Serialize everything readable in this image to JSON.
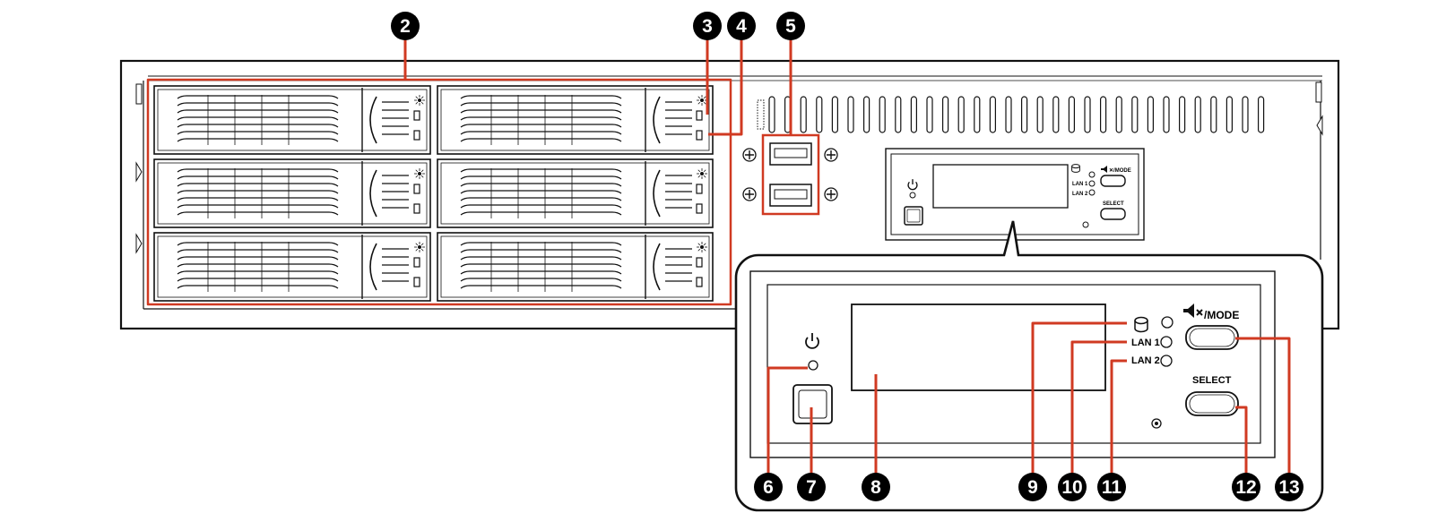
{
  "callouts": [
    {
      "num": "2"
    },
    {
      "num": "3"
    },
    {
      "num": "4"
    },
    {
      "num": "5"
    },
    {
      "num": "6"
    },
    {
      "num": "7"
    },
    {
      "num": "8"
    },
    {
      "num": "9"
    },
    {
      "num": "10"
    },
    {
      "num": "11"
    },
    {
      "num": "12"
    },
    {
      "num": "13"
    }
  ],
  "panel": {
    "mute_mode_label": "/MODE",
    "lan1_label": "LAN 1",
    "lan2_label": "LAN 2",
    "select_label": "SELECT"
  },
  "icons": {
    "power": "power-icon",
    "storage": "disk-icon",
    "mute": "speaker-mute-icon"
  },
  "colors": {
    "callout_line": "#d03a22",
    "callout_circle": "#000000",
    "outline": "#111111"
  }
}
